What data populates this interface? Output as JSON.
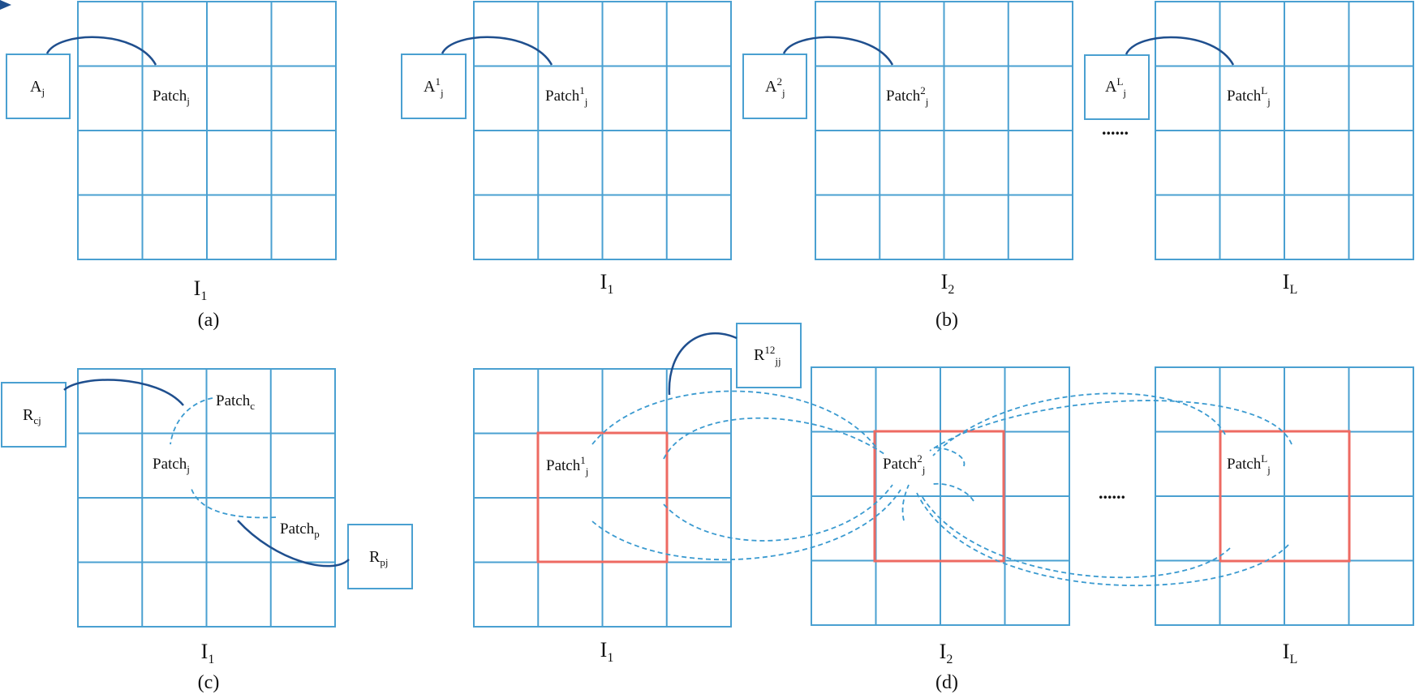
{
  "grids": [
    {
      "id": "a-I1",
      "label": "I",
      "sub": "1"
    },
    {
      "id": "b-I1",
      "label": "I",
      "sub": "1"
    },
    {
      "id": "b-I2",
      "label": "I",
      "sub": "2"
    },
    {
      "id": "b-IL",
      "label": "I",
      "sub": "L"
    },
    {
      "id": "c-I1",
      "label": "I",
      "sub": "1"
    },
    {
      "id": "d-I1",
      "label": "I",
      "sub": "1"
    },
    {
      "id": "d-I2",
      "label": "I",
      "sub": "2"
    },
    {
      "id": "d-IL",
      "label": "I",
      "sub": "L"
    }
  ],
  "panel_labels": {
    "a": "(a)",
    "b": "(b)",
    "c": "(c)",
    "d": "(d)"
  },
  "boxes": {
    "a_Aj": {
      "main": "A",
      "sub": "j"
    },
    "b_A1j": {
      "main": "A",
      "sup": "1",
      "sub": "j"
    },
    "b_A2j": {
      "main": "A",
      "sup": "2",
      "sub": "j"
    },
    "b_ALj": {
      "main": "A",
      "sup": "L",
      "sub": "j"
    },
    "c_Rcj": {
      "main": "R",
      "sub": "cj"
    },
    "c_Rpj": {
      "main": "R",
      "sub": "pj"
    },
    "d_R12jj": {
      "main": "R",
      "sup": "12",
      "sub": "jj"
    }
  },
  "patches": {
    "a_patch_j": {
      "main": "Patch",
      "sub": "j"
    },
    "b_patch_1j": {
      "main": "Patch",
      "sup": "1",
      "sub": "j"
    },
    "b_patch_2j": {
      "main": "Patch",
      "sup": "2",
      "sub": "j"
    },
    "b_patch_Lj": {
      "main": "Patch",
      "sup": "L",
      "sub": "j"
    },
    "c_patch_c": {
      "main": "Patch",
      "sub": "c"
    },
    "c_patch_j": {
      "main": "Patch",
      "sub": "j"
    },
    "c_patch_p": {
      "main": "Patch",
      "sub": "p"
    },
    "d_patch_1j": {
      "main": "Patch",
      "sup": "1",
      "sub": "j"
    },
    "d_patch_2j": {
      "main": "Patch",
      "sup": "2",
      "sub": "j"
    },
    "d_patch_Lj": {
      "main": "Patch",
      "sup": "L",
      "sub": "j"
    }
  },
  "ellipsis": {
    "b": "......",
    "d": "......"
  },
  "colors": {
    "grid": "#4aa0d1",
    "highlight": "#ee6a62",
    "solid_arrow": "#1f4f8e",
    "dashed_arrow": "#3a9ad0"
  }
}
